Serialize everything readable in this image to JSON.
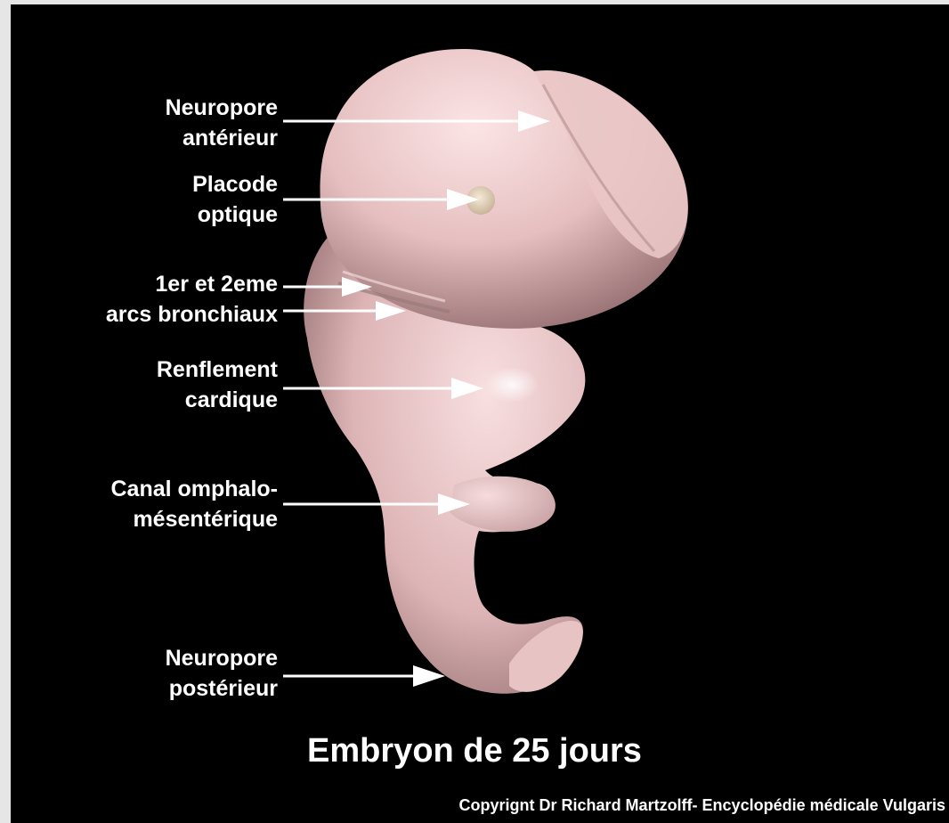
{
  "labels": {
    "neuropore_anterieur": [
      "Neuropore",
      "antérieur"
    ],
    "placode_optique": [
      "Placode",
      "optique"
    ],
    "arcs_bronchiaux": [
      "1er et 2eme",
      "arcs bronchiaux"
    ],
    "renflement_cardique": [
      "Renflement",
      "cardique"
    ],
    "canal_omphalo": [
      "Canal omphalo-",
      "mésentérique"
    ],
    "neuropore_posterieur": [
      "Neuropore",
      "postérieur"
    ]
  },
  "title": "Embryon de 25 jours",
  "copyright": "Copyrignt Dr Richard Martzolff- Encyclopédie médicale Vulgaris",
  "colors": {
    "background": "#000000",
    "frame": "#e6e6e6",
    "embryo": "#e9c3c4",
    "text": "#ffffff"
  }
}
